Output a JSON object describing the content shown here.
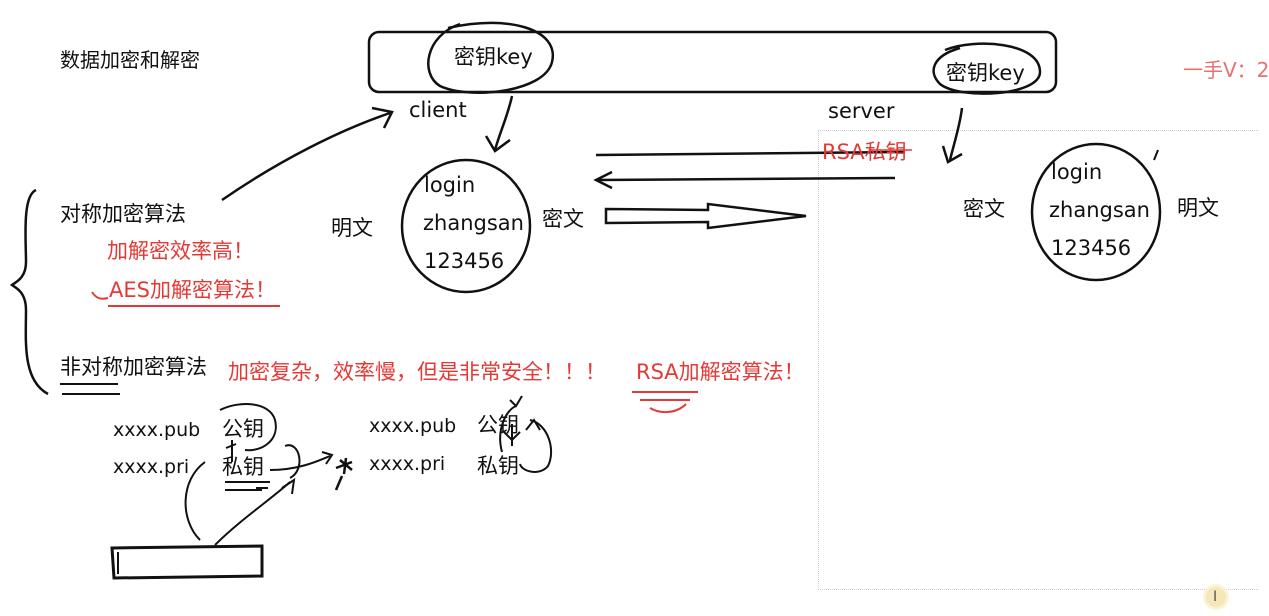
{
  "title": "数据加密和解密",
  "watermark": "一手V：2",
  "client": {
    "label": "client",
    "key_label": "密钥key",
    "plaintext_label": "明文",
    "ciphertext_label": "密文",
    "login_lines": [
      "login",
      "zhangsan",
      "123456"
    ]
  },
  "server": {
    "label": "server",
    "key_label": "密钥key",
    "rsa_private_label": "RSA私钥",
    "ciphertext_label": "密文",
    "plaintext_label": "明文",
    "login_lines": [
      "login",
      "zhangsan",
      "123456"
    ]
  },
  "symmetric": {
    "heading": "对称加密算法",
    "note_efficiency": "加解密效率高！",
    "note_aes": "AES加解密算法！"
  },
  "asymmetric": {
    "heading": "非对称加密算法",
    "note": "加密复杂，效率慢，但是非常安全！！！",
    "note_rsa": "RSA加解密算法！"
  },
  "keyfiles_left": {
    "pub_file": "xxxx.pub",
    "pub_label": "公钥",
    "pri_file": "xxxx.pri",
    "pri_label": "私钥"
  },
  "keyfiles_right": {
    "pub_file": "xxxx.pub",
    "pub_label": "公钥",
    "pri_file": "xxxx.pri",
    "pri_label": "私钥"
  },
  "cursor_glyph": "I",
  "colors": {
    "ink": "#111111",
    "annotation": "#e53935",
    "watermark": "#e57373"
  }
}
